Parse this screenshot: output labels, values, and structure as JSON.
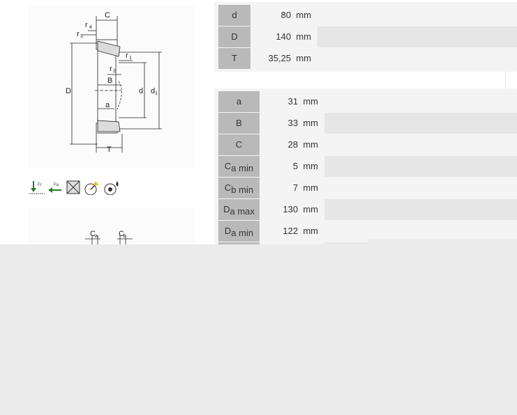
{
  "drawing_labels": {
    "C": "C",
    "r4": "r",
    "r4_sub": "4",
    "r3": "r",
    "r3_sub": "3",
    "r1": "r",
    "r1_sub": "1",
    "r2": "r",
    "r2_sub": "2",
    "B": "B",
    "D": "D",
    "d": "d",
    "d1": "d",
    "d1_sub": "1",
    "a": "a",
    "T": "T"
  },
  "icons": [
    {
      "name": "radial-load-icon",
      "label": "Fr"
    },
    {
      "name": "axial-load-icon",
      "label": "Fa"
    },
    {
      "name": "no-angular-misalignment-icon"
    },
    {
      "name": "speed-icon"
    },
    {
      "name": "lubrication-icon"
    }
  ],
  "drawing2_labels": {
    "Ca": "C",
    "Ca_sub": "a",
    "Cb": "C",
    "Cb_sub": "b"
  },
  "table_main": [
    {
      "label": "d",
      "value": "80",
      "unit": "mm"
    },
    {
      "label": "D",
      "value": "140",
      "unit": "mm"
    },
    {
      "label": "T",
      "value": "35,25",
      "unit": "mm"
    }
  ],
  "table_dims": [
    {
      "label": "a",
      "sub": "",
      "value": "31",
      "unit": "mm"
    },
    {
      "label": "B",
      "sub": "",
      "value": "33",
      "unit": "mm"
    },
    {
      "label": "C",
      "sub": "",
      "value": "28",
      "unit": "mm"
    },
    {
      "label": "C",
      "sub": "a min",
      "value": "5",
      "unit": "mm"
    },
    {
      "label": "C",
      "sub": "b min",
      "value": "7",
      "unit": "mm"
    },
    {
      "label": "D",
      "sub": "a max",
      "value": "130",
      "unit": "mm"
    },
    {
      "label": "D",
      "sub": "a min",
      "value": "122",
      "unit": "mm"
    }
  ],
  "colors": {
    "label_bg": "#b9b9b9",
    "row_bg": "#f4f4f4",
    "fill_bg": "#e6e6e6",
    "page_bg": "#ebebeb"
  }
}
